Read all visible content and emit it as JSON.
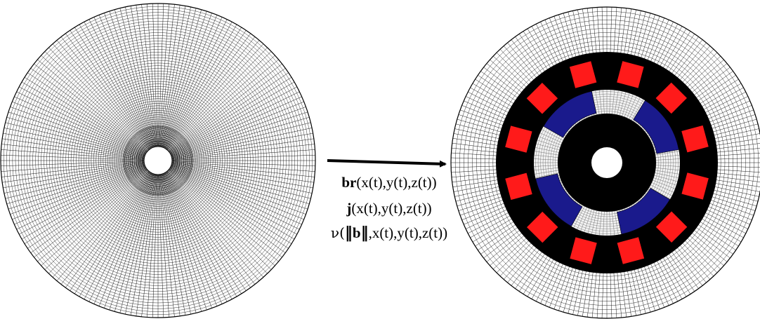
{
  "formulas": {
    "line1": {
      "bold": "br",
      "rest": "(x(t),y(t),z(t))"
    },
    "line2": {
      "bold": "j",
      "rest": "(x(t),y(t),z(t))"
    },
    "line3": {
      "nu": "ν(",
      "norm_open": "‖",
      "bold": "b",
      "norm_close": "‖",
      "rest": ",x(t),y(t),z(t))"
    }
  },
  "colors": {
    "mesh_line": "#000000",
    "background": "#ffffff",
    "core": "#000000",
    "coil": "#ff1a1a",
    "magnet": "#1a1a8c",
    "air_gap": "#ffffff"
  },
  "left_mesh": {
    "radial_lines": 180,
    "rings": 60
  },
  "right_mesh": {
    "coils": 12,
    "magnets": 4
  }
}
